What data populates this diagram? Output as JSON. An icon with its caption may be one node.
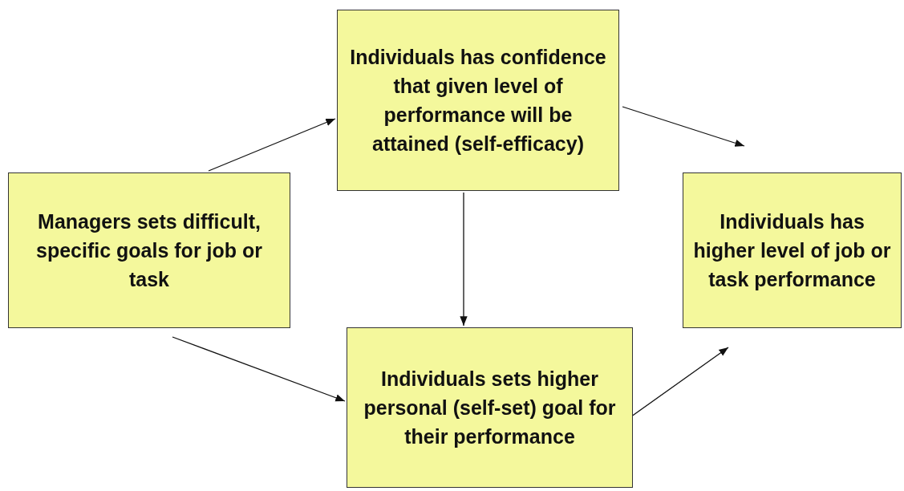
{
  "diagram": {
    "nodes": [
      {
        "text": [
          "Managers sets difficult, specific goals for job or task"
        ]
      },
      {
        "text": [
          "Individuals has confidence that given level of performance will be attained (self-efficacy)"
        ]
      },
      {
        "text": [
          "Individuals sets higher personal (self-set) goal for their performance"
        ]
      },
      {
        "text": [
          "Individuals has higher level of job or task performance"
        ]
      }
    ],
    "edges": [
      {
        "from": 0,
        "to": 1,
        "arrow": "to"
      },
      {
        "from": 1,
        "to": 3,
        "arrow": "to"
      },
      {
        "from": 1,
        "to": 2,
        "arrow": "to"
      },
      {
        "from": 0,
        "to": 2,
        "arrow": "to"
      },
      {
        "from": 2,
        "to": 3,
        "arrow": "to"
      }
    ]
  }
}
